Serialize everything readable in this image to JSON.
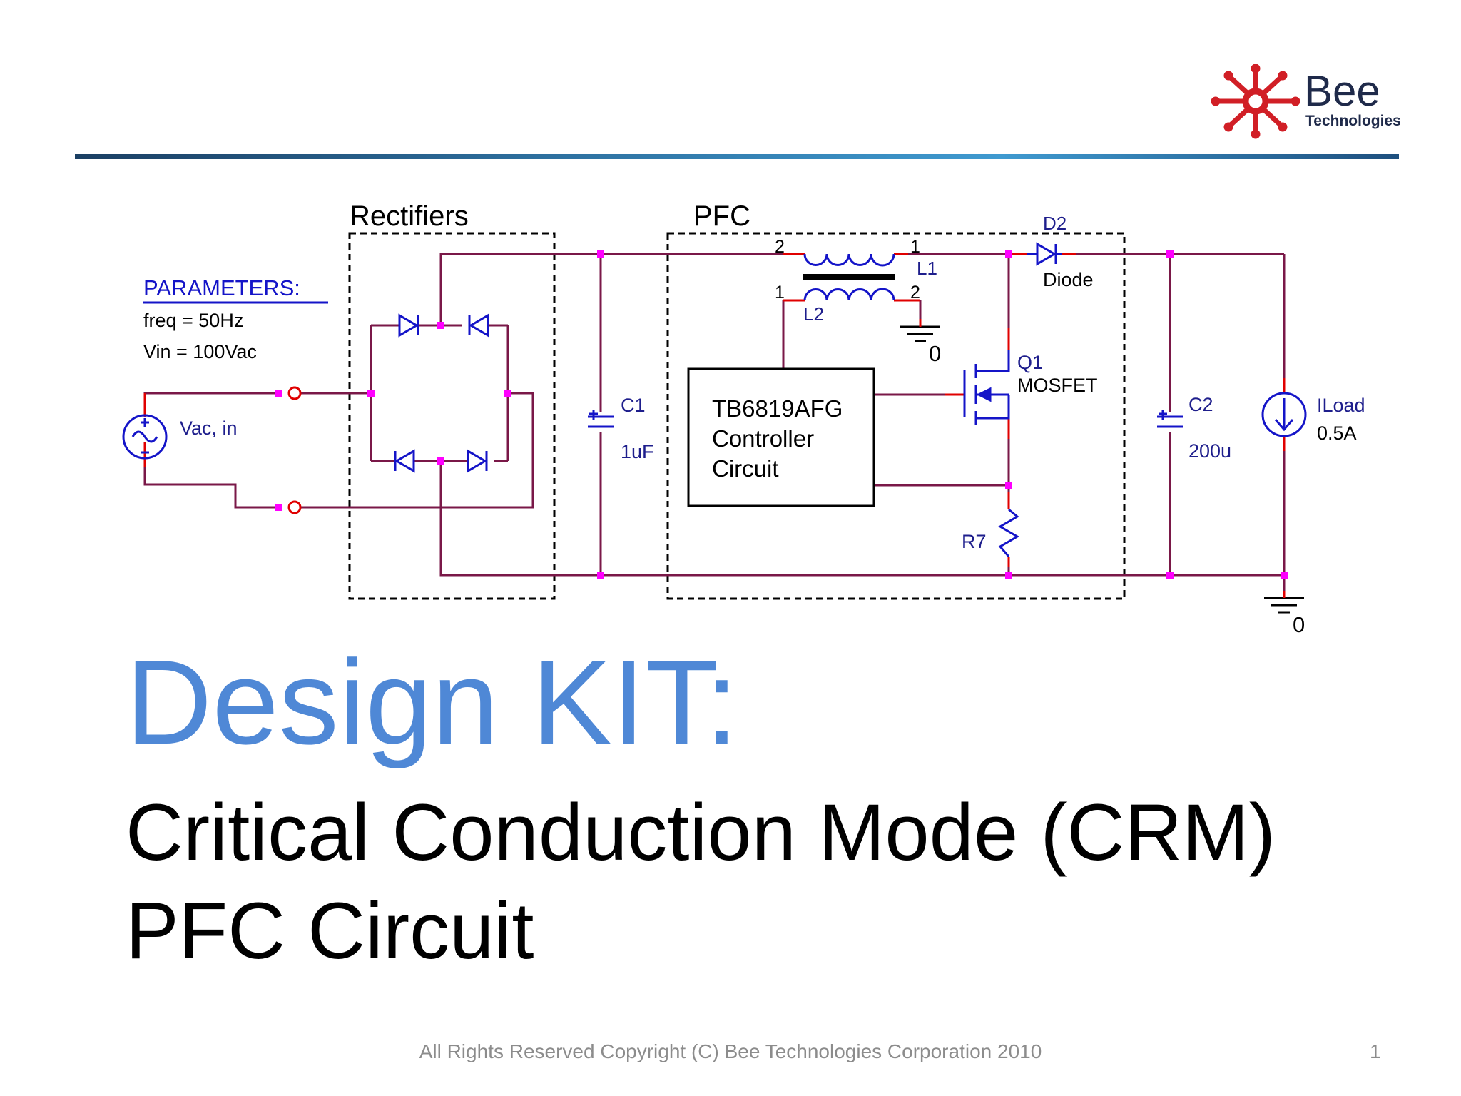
{
  "logo": {
    "brand": "Bee",
    "sub": "Technologies",
    "mark_color": "#d11f26"
  },
  "schematic": {
    "rectifiers_label": "Rectifiers",
    "pfc_label": "PFC",
    "parameters": {
      "heading": "PARAMETERS:",
      "freq": "freq = 50Hz",
      "vin": "Vin = 100Vac"
    },
    "source": {
      "label": "Vac, in"
    },
    "c1": {
      "ref": "C1",
      "value": "1uF"
    },
    "l1": {
      "ref": "L1",
      "pin_left": "2",
      "pin_right": "1"
    },
    "l2": {
      "ref": "L2",
      "pin_left": "1",
      "pin_right": "2"
    },
    "gnd_l2": "0",
    "d2": {
      "ref": "D2",
      "type": "Diode"
    },
    "q1": {
      "ref": "Q1",
      "type": "MOSFET"
    },
    "controller": {
      "line1": "TB6819AFG",
      "line2": "Controller",
      "line3": "Circuit"
    },
    "r7": {
      "ref": "R7"
    },
    "c2": {
      "ref": "C2",
      "value": "200u"
    },
    "iload": {
      "ref": "ILoad",
      "value": "0.5A"
    },
    "gnd_main": "0",
    "colors": {
      "wire": "#7a1848",
      "pin": "#e00000",
      "part": "#1414c8",
      "node": "#ff00ff",
      "ref_text": "#1e1e8c"
    }
  },
  "title": "Design KIT:",
  "subtitle_line1": "Critical Conduction Mode (CRM)",
  "subtitle_line2": "PFC Circuit",
  "footer": "All Rights Reserved Copyright (C) Bee Technologies Corporation 2010",
  "page_number": "1"
}
